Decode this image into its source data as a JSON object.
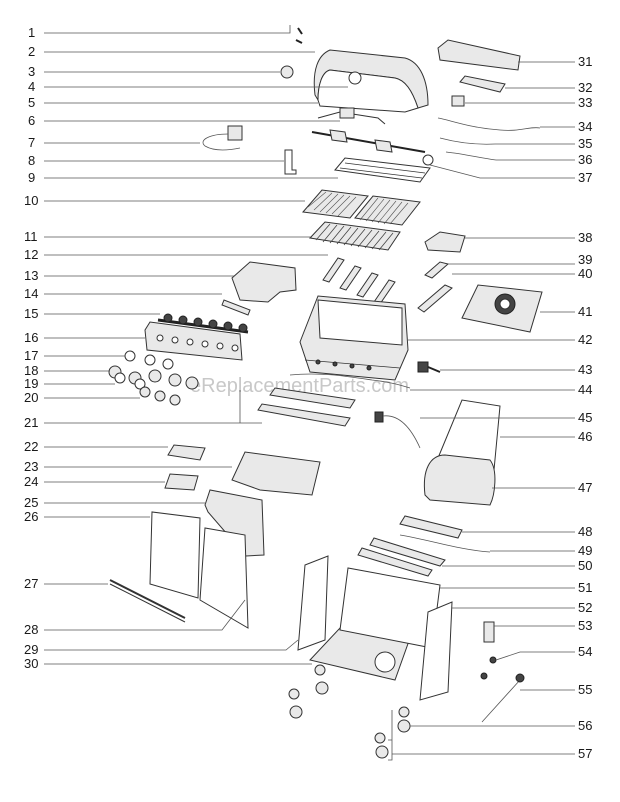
{
  "watermark": "eReplacementParts.com",
  "callouts_left": [
    "1",
    "2",
    "3",
    "4",
    "5",
    "6",
    "7",
    "8",
    "9",
    "10",
    "11",
    "12",
    "13",
    "14",
    "15",
    "16",
    "17",
    "18",
    "19",
    "20",
    "21",
    "22",
    "23",
    "24",
    "25",
    "26",
    "27",
    "28",
    "29",
    "30"
  ],
  "callouts_right": [
    "31",
    "32",
    "33",
    "34",
    "35",
    "36",
    "37",
    "38",
    "39",
    "40",
    "41",
    "42",
    "43",
    "44",
    "45",
    "46",
    "47",
    "48",
    "49",
    "50",
    "51",
    "52",
    "53",
    "54",
    "55",
    "56",
    "57"
  ]
}
